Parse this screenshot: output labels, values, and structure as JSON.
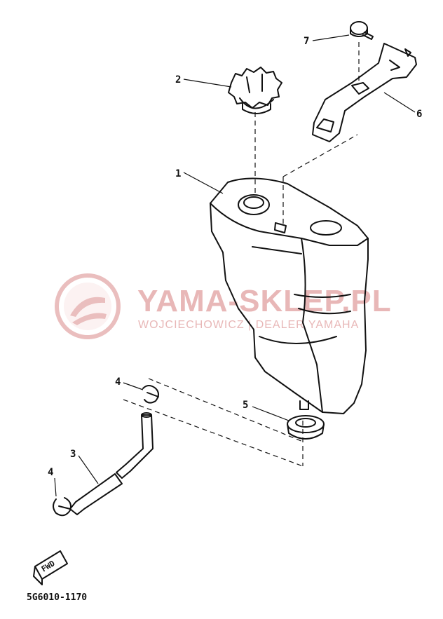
{
  "watermark": {
    "title": "YAMA-SKLEP.PL",
    "subtitle": "WOJCIECHOWICZ | DEALER YAMAHA",
    "color": "#e8b7b7"
  },
  "callouts": {
    "c1": "1",
    "c2": "2",
    "c3": "3",
    "c4a": "4",
    "c4b": "4",
    "c5": "5",
    "c6": "6",
    "c7": "7"
  },
  "direction_label": "FWD",
  "diagram_code": "5G6010-1170",
  "colors": {
    "line": "#111111",
    "watermark": "#e8b7b7"
  }
}
